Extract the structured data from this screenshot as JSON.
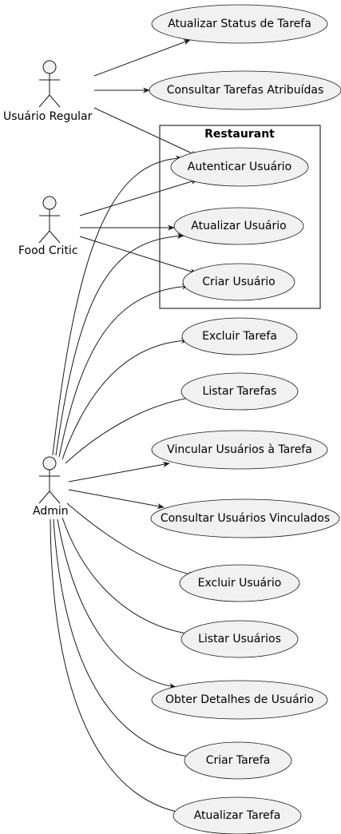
{
  "package": {
    "title": "Restaurant"
  },
  "actors": {
    "regular": "Usuário Regular",
    "critic": "Food Critic",
    "admin": "Admin"
  },
  "usecases": {
    "atualizar_status": "Atualizar Status de Tarefa",
    "consultar_atribuidas": "Consultar Tarefas Atribuídas",
    "autenticar": "Autenticar Usuário",
    "atualizar_usuario": "Atualizar Usuário",
    "criar_usuario": "Criar Usuário",
    "excluir_tarefa": "Excluir Tarefa",
    "listar_tarefas": "Listar Tarefas",
    "vincular": "Vincular Usuários à Tarefa",
    "consultar_vinculados": "Consultar Usuários Vinculados",
    "excluir_usuario": "Excluir Usuário",
    "listar_usuarios": "Listar Usuários",
    "obter_detalhes": "Obter Detalhes de Usuário",
    "criar_tarefa": "Criar Tarefa",
    "atualizar_tarefa": "Atualizar Tarefa"
  },
  "colors": {
    "fill": "#f1f1f1",
    "stroke": "#181818"
  }
}
